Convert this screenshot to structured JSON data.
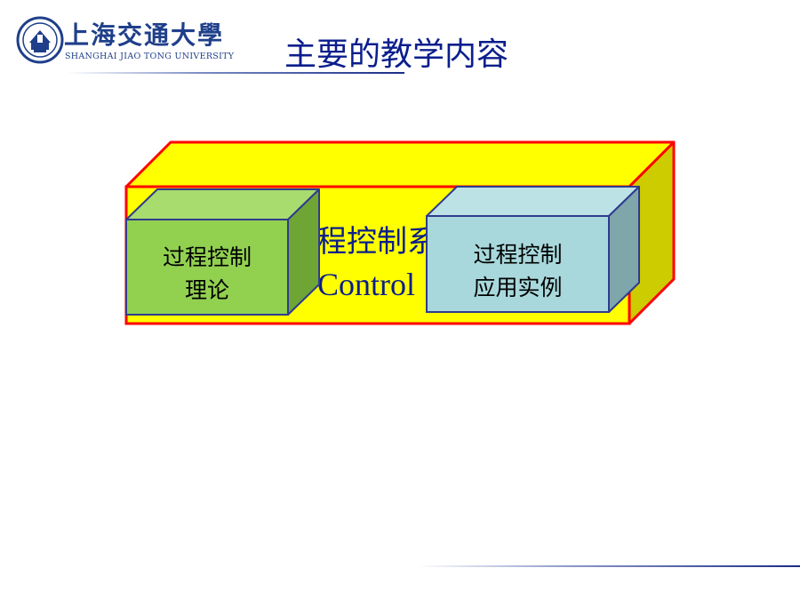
{
  "header": {
    "logo_cn": "上海交通大學",
    "logo_en": "SHANGHAI JIAO TONG UNIVERSITY",
    "title": "主要的教学内容"
  },
  "diagram": {
    "outer_box": {
      "text_visible_cn": "程控制系",
      "text_visible_en": "Control"
    },
    "left_box": {
      "line1": "过程控制",
      "line2": "理论"
    },
    "right_box": {
      "line1": "过程控制",
      "line2": "应用实例"
    }
  },
  "colors": {
    "title_blue": "#0b1e8c",
    "yellow": "#ffff00",
    "yellow_side": "#cccc00",
    "red_edge": "#ff0000",
    "green_front": "#92d050",
    "green_top": "#a9dc6f",
    "green_side": "#6fa535",
    "teal_front": "#a8d8dc",
    "teal_top": "#bde2e5",
    "teal_side": "#7ea6ab",
    "box_edge": "#2e3b8e"
  }
}
